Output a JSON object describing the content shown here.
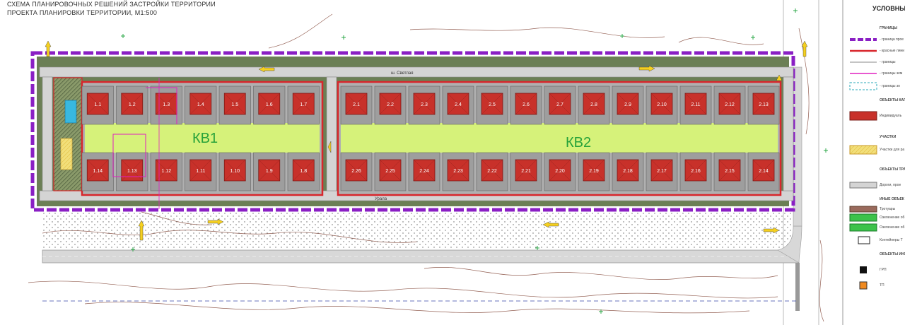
{
  "header": {
    "title_line1": "СХЕМА ПЛАНИРОВОЧНЫХ РЕШЕНИЙ ЗАСТРОЙКИ ТЕРРИТОРИИ",
    "title_line2": "ПРОЕКТА ПЛАНИРОВКИ ТЕРРИТОРИИ, М1:500"
  },
  "map": {
    "block1_label": "КВ1",
    "block2_label": "КВ2",
    "street_top": "ш. Светлая",
    "street_bottom": "Урала",
    "colors": {
      "boundary_purple": "#8a1fc4",
      "red_line": "#d8262c",
      "house": "#c8312a",
      "lawn": "#d6f27a",
      "hatched_park": "#5e6b4c",
      "road": "#d3d3d3",
      "sidewalk": "#9a6a5c"
    },
    "block1_top_plots": [
      "1.1",
      "1.2",
      "1.3",
      "1.4",
      "1.5",
      "1.6",
      "1.7"
    ],
    "block1_bottom_plots": [
      "1.14",
      "1.13",
      "1.12",
      "1.11",
      "1.10",
      "1.9",
      "1.8"
    ],
    "block2_top_plots": [
      "2.1",
      "2.2",
      "2.3",
      "2.4",
      "2.5",
      "2.6",
      "2.7",
      "2.8",
      "2.9",
      "2.10",
      "2.11",
      "2.12",
      "2.13"
    ],
    "block2_bottom_plots": [
      "2.26",
      "2.25",
      "2.24",
      "2.23",
      "2.22",
      "2.21",
      "2.20",
      "2.19",
      "2.18",
      "2.17",
      "2.16",
      "2.15",
      "2.14"
    ]
  },
  "legend": {
    "title": "УСЛОВНЫЕ",
    "items": [
      {
        "label": "ГРАНИЦЫ",
        "symbol": "none"
      },
      {
        "label": "- граница прое",
        "symbol": "purple-dash"
      },
      {
        "label": "- красные лини",
        "symbol": "red-line"
      },
      {
        "label": "- границы",
        "symbol": "gray-line"
      },
      {
        "label": "- границы зем",
        "symbol": "magenta-line"
      },
      {
        "label": "- границы зо",
        "symbol": "cyan-dash"
      },
      {
        "label": "ОБЪЕКТЫ КАП. СТРОИТЕЛЬС",
        "symbol": "none"
      },
      {
        "label": "Индивидуаль",
        "symbol": "red-box"
      },
      {
        "label": "УЧАСТКИ",
        "symbol": "none"
      },
      {
        "label": "Участки для ра",
        "symbol": "yellow-hatch"
      },
      {
        "label": "ОБЪЕКТЫ ТРА ИНФРАСТРУКТ",
        "symbol": "none"
      },
      {
        "label": "Дороги, прое",
        "symbol": "road"
      },
      {
        "label": "ИНЫЕ ОБЪЕК",
        "symbol": "none"
      },
      {
        "label": "Тротуары",
        "symbol": "sidewalk"
      },
      {
        "label": "Озеленение об",
        "symbol": "green"
      },
      {
        "label": "Озеленение об",
        "symbol": "green"
      },
      {
        "label": "Контейнеры Т",
        "symbol": "container"
      },
      {
        "label": "ОБЪЕКТЫ ИНЖЕНЕРН",
        "symbol": "none"
      },
      {
        "label": "ГРП",
        "symbol": "black-box"
      },
      {
        "label": "ТП",
        "symbol": "orange-box"
      }
    ]
  }
}
